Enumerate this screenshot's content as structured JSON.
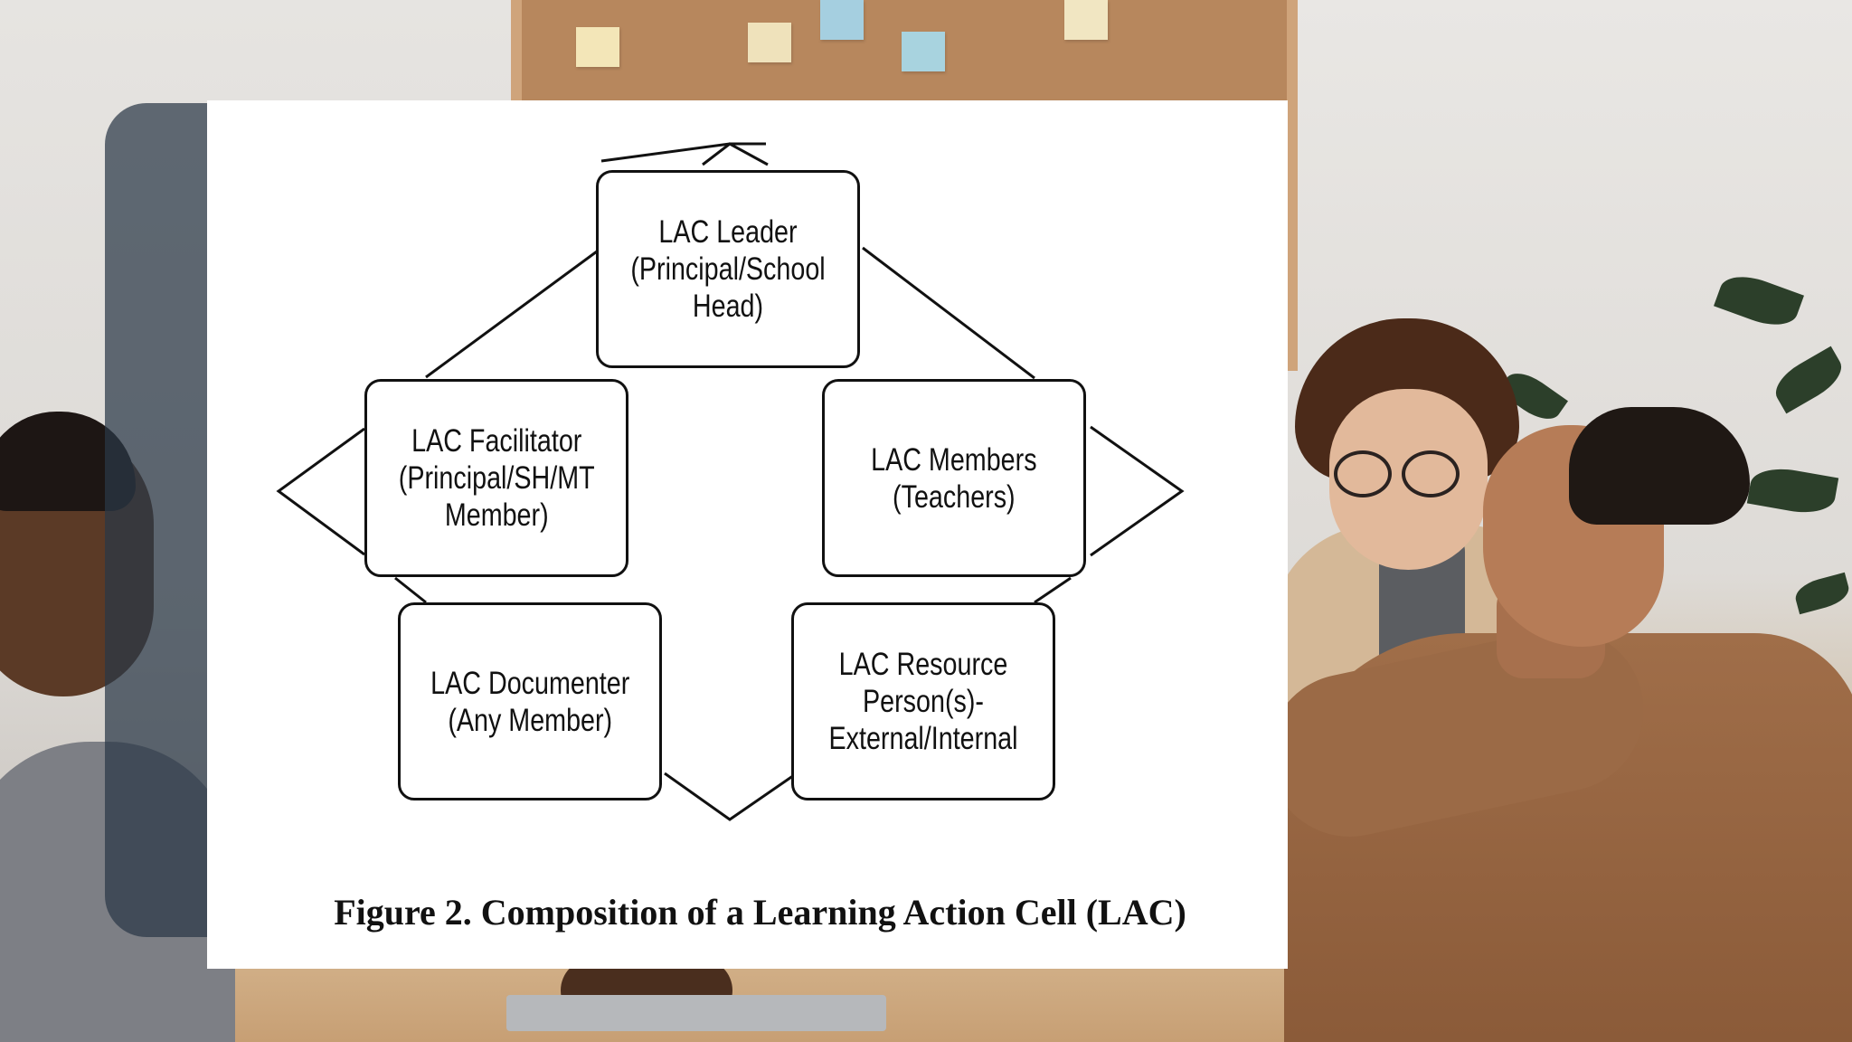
{
  "diagram": {
    "nodes": {
      "leader": "LAC Leader\n(Principal/School Head)",
      "facilitator": "LAC Facilitator\n(Principal/SH/MT\nMember)",
      "members": "LAC Members\n(Teachers)",
      "documenter": "LAC Documenter\n(Any Member)",
      "resource_person": "LAC Resource Person(s)-\nExternal/Internal"
    },
    "caption": "Figure 2. Composition of a Learning Action Cell (LAC)"
  },
  "colors": {
    "panel_tint": "#2a3846",
    "card": "#ffffff",
    "ink": "#111111"
  }
}
